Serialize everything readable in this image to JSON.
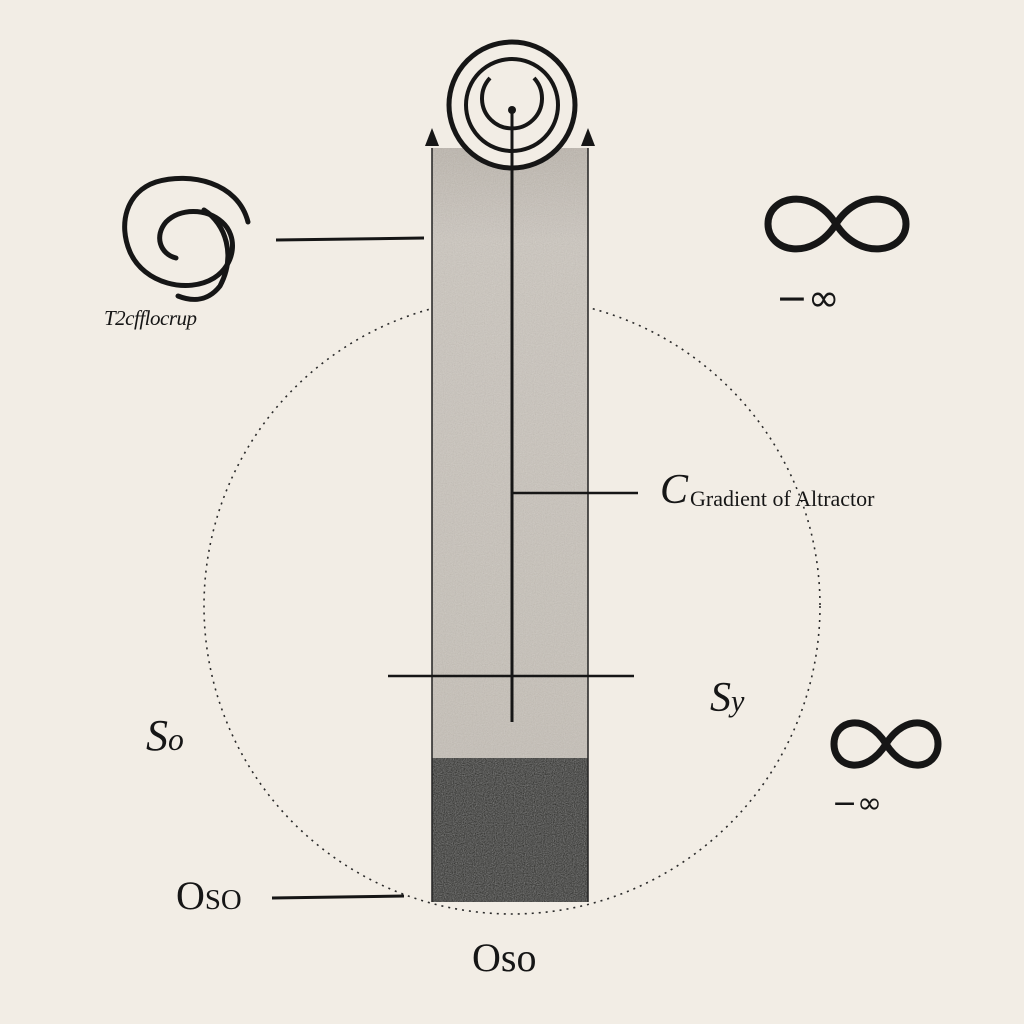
{
  "labels": {
    "spiral_caption": "T2cfflocrup",
    "neg_infinity_top": "−∞",
    "neg_infinity_bottom": "−∞",
    "c_letter": "C",
    "gradient_caption": "Gradient of Altractor",
    "sy_main": "S",
    "sy_sub": "y",
    "so_main": "S",
    "so_sub": "o",
    "oso_left_main": "O",
    "oso_left_sub": "SO",
    "oso_bottom": "Oso"
  },
  "colors": {
    "background": "#f2ede5",
    "ink": "#161616",
    "column_fill": "#c9c3bb",
    "column_base": "#1c1a18"
  },
  "icons": [
    "spiral-icon",
    "infinity-icon",
    "attractor-symbol-icon"
  ]
}
